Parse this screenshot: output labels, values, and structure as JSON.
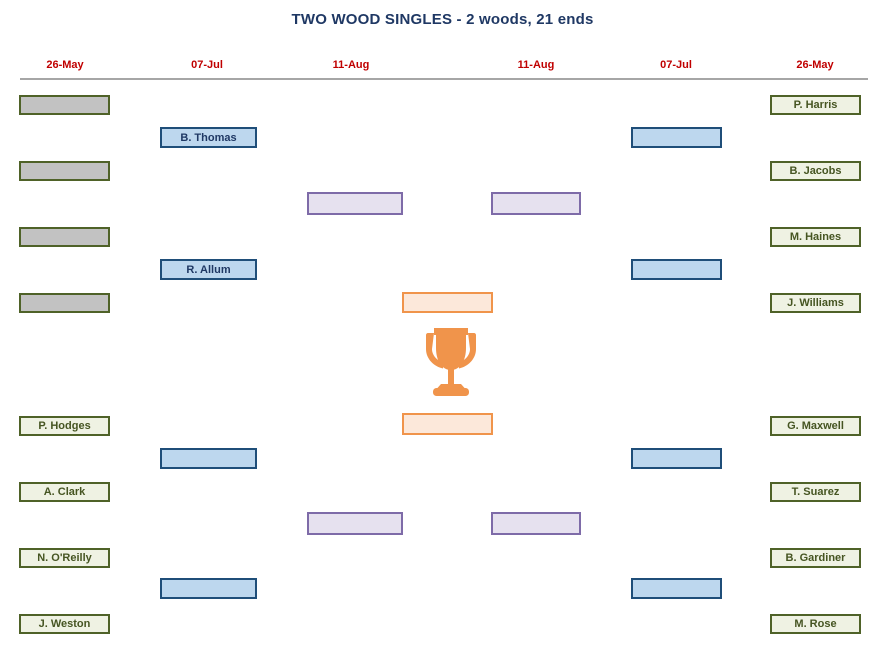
{
  "title": "TWO WOOD SINGLES - 2 woods, 21 ends",
  "round_dates": [
    "26-May",
    "07-Jul",
    "11-Aug",
    "11-Aug",
    "07-Jul",
    "26-May"
  ],
  "colors": {
    "title_text": "#1F3864",
    "date_text": "#C00000",
    "divider": "#A6A6A6",
    "empty_slot_fill": "#C2C2C2",
    "name_slot_fill": "#EFF2E3",
    "name_slot_border": "#4F6228",
    "round2_fill": "#BDD7EE",
    "round2_border": "#1F4E79",
    "semifinal_fill": "#E6E1EF",
    "semifinal_border": "#7E6BA8",
    "final_fill": "#FCE8DA",
    "final_border": "#F0944B",
    "trophy": "#F0944B"
  },
  "bracket": {
    "round1_left": [
      "",
      "",
      "",
      "",
      "P. Hodges",
      "A. Clark",
      "N. O'Reilly",
      "J. Weston"
    ],
    "round1_right": [
      "P. Harris",
      "B. Jacobs",
      "M. Haines",
      "J. Williams",
      "G. Maxwell",
      "T. Suarez",
      "B. Gardiner",
      "M. Rose"
    ],
    "round2_left": [
      "B. Thomas",
      "R. Allum",
      "",
      ""
    ],
    "round2_right": [
      "",
      "",
      "",
      ""
    ],
    "semifinal_left": [
      "",
      ""
    ],
    "semifinal_right": [
      "",
      ""
    ],
    "final_top": "",
    "final_bottom": ""
  }
}
